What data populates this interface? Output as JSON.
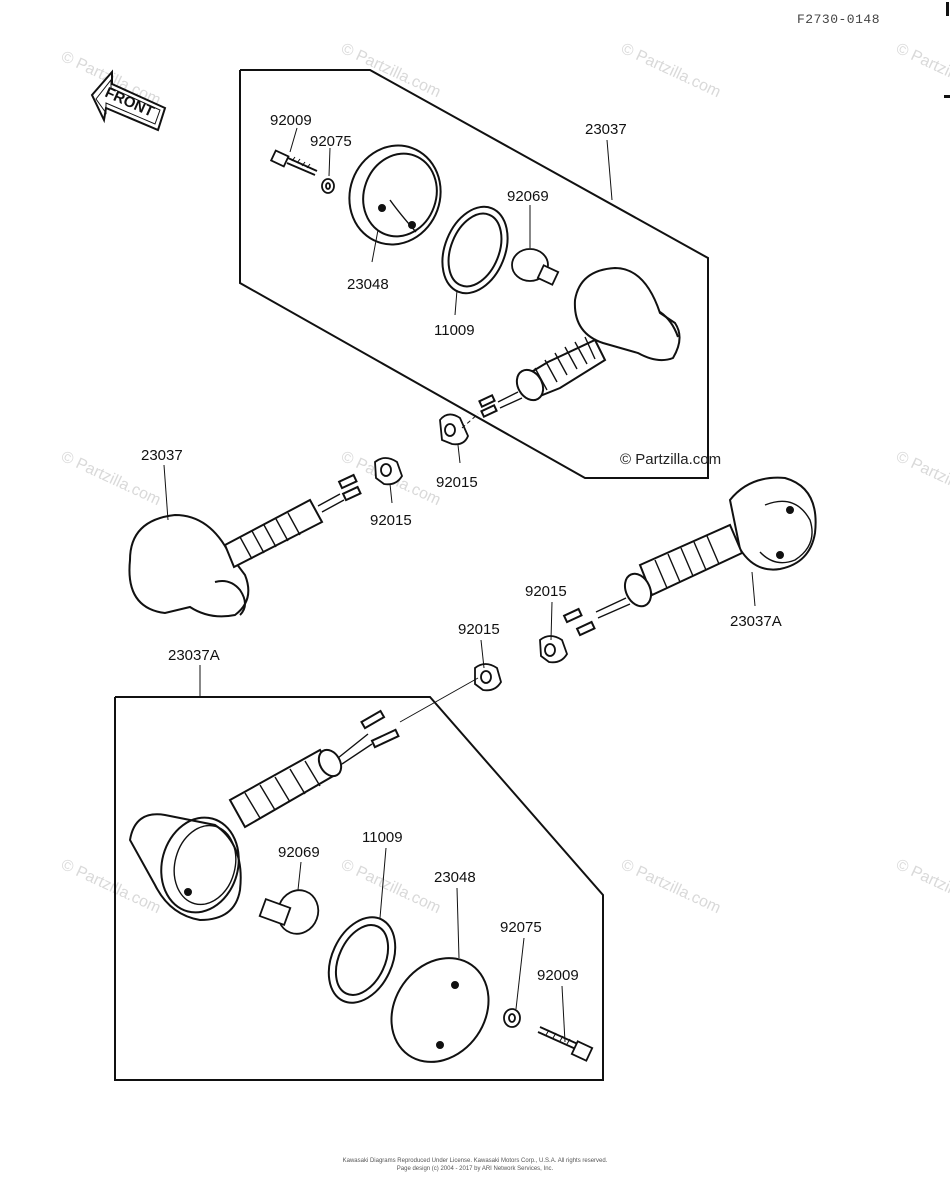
{
  "reference_code": "F2730-0148",
  "front_label": "FRONT",
  "copyright_mark": "© Partzilla.com",
  "watermark_text": "© Partzilla.com",
  "labels": {
    "top_92009": "92009",
    "top_92075": "92075",
    "top_23037": "23037",
    "top_92069": "92069",
    "top_23048": "23048",
    "top_11009": "11009",
    "mid_92015_top": "92015",
    "left_23037": "23037",
    "left_92015": "92015",
    "right_92015": "92015",
    "right_23037A": "23037A",
    "center_92015": "92015",
    "bottom_23037A": "23037A",
    "bottom_11009": "11009",
    "bottom_92069": "92069",
    "bottom_23048": "23048",
    "bottom_92075": "92075",
    "bottom_92009": "92009"
  },
  "footer": {
    "line1": "Kawasaki Diagrams Reproduced Under License.  Kawasaki Motors Corp., U.S.A.  All rights reserved.",
    "line2": "Page design (c) 2004 - 2017 by ARI Network Services, Inc."
  },
  "colors": {
    "line": "#111111",
    "watermark": "#d9d9d9"
  }
}
